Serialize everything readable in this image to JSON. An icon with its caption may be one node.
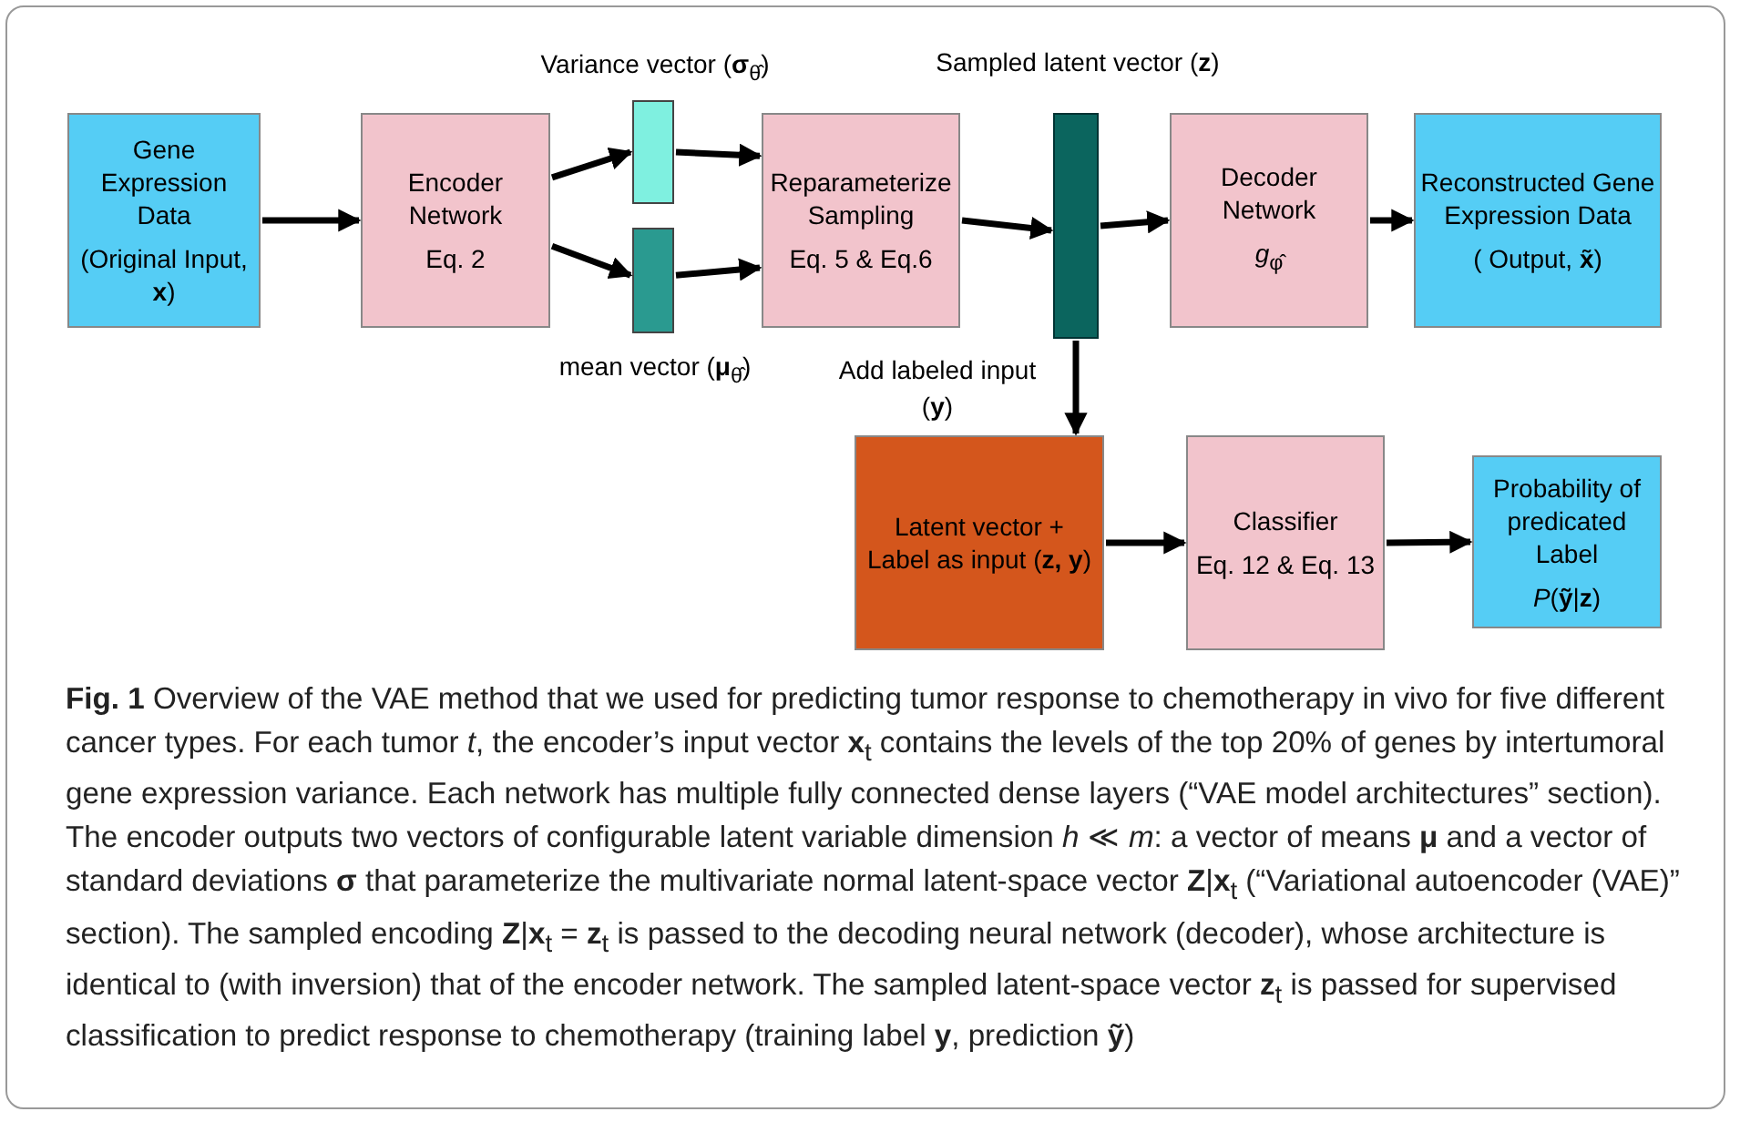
{
  "diagram": {
    "caption": "**Fig. 1** Overview of the VAE method that we used for predicting tumor response to chemotherapy in vivo for five different cancer types. For each tumor *t*, the encoder’s input vector **x**$_{t}$ contains the levels of the top 20% of genes by intertumoral gene expression variance. Each network has multiple fully connected dense layers (“VAE model architectures” section). The encoder outputs two vectors of configurable latent variable dimension *h* ≪ *m*: a vector of means **μ** and a vector of standard deviations **σ** that parameterize the multivariate normal latent-space vector **Z**|**x**$_{t}$ (“Variational autoencoder (VAE)” section). The sampled encoding **Z**|**x**$_{t}$ = **z**$_{t}$ is passed to the decoding neural network (decoder), whose architecture is identical to (with inversion) that of the encoder network. The sampled latent-space vector **z**$_{t}$ is passed for supervised classification to predict response to chemotherapy (training label **y**, prediction **ỹ**)",
    "nodes": [
      {
        "text": [
          "Gene Expression Data",
          "(Original Input, **x**)"
        ]
      },
      {
        "text": [
          "Encoder Network",
          "Eq. 2"
        ]
      },
      {
        "text": [],
        "shape": "box",
        "beside": [
          "Variance vector (**σ**$_{θ̂}$)"
        ]
      },
      {
        "text": [],
        "shape": "box",
        "beside": [
          "mean vector (**μ**$_{θ̂}$)"
        ]
      },
      {
        "text": [
          "Reparameterize Sampling",
          "Eq. 5 & Eq.6"
        ]
      },
      {
        "text": [],
        "shape": "bar",
        "beside": [
          "Sampled latent vector (**z**)"
        ]
      },
      {
        "text": [
          "Decoder Network",
          "*g*$_{φ̂}$"
        ]
      },
      {
        "text": [
          "Reconstructed Gene Expression Data",
          "( Output, **x̃**)"
        ]
      },
      {
        "text": [
          "Latent vector + Label as input (**z, y**)"
        ]
      },
      {
        "text": [
          "Classifier",
          "Eq. 12 & Eq. 13"
        ]
      },
      {
        "text": [
          "Probability of predicated Label",
          "*P*(**ỹ**|**z**)"
        ]
      }
    ],
    "edges": [
      {
        "from": 0,
        "to": 1,
        "arrow": "to"
      },
      {
        "from": 1,
        "to": 2,
        "arrow": "to"
      },
      {
        "from": 1,
        "to": 3,
        "arrow": "to"
      },
      {
        "from": 2,
        "to": 4,
        "arrow": "to"
      },
      {
        "from": 3,
        "to": 4,
        "arrow": "to"
      },
      {
        "from": 4,
        "to": 5,
        "arrow": "to"
      },
      {
        "from": 5,
        "to": 6,
        "arrow": "to"
      },
      {
        "from": 6,
        "to": 7,
        "arrow": "to"
      },
      {
        "from": 5,
        "to": 8,
        "arrow": "to",
        "label": "Add labeled input (**y**)"
      },
      {
        "from": 8,
        "to": 9,
        "arrow": "to"
      },
      {
        "from": 9,
        "to": 10,
        "arrow": "to"
      }
    ]
  }
}
